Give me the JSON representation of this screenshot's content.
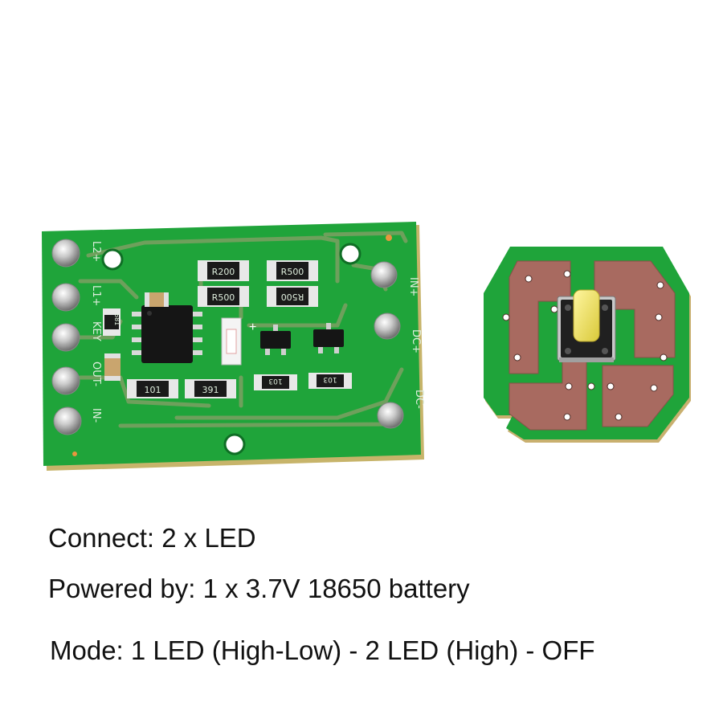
{
  "driver_board": {
    "pin_labels": {
      "l2_plus": "L2+",
      "l1_plus": "L1+",
      "key": "KEY",
      "out_minus": "OUT-",
      "in_minus_left": "IN-",
      "in_plus": "IN+",
      "dc_plus": "DC+",
      "dc_minus": "DC-"
    },
    "component_markings": {
      "r200": "R200",
      "r500_top": "R500",
      "r500_left": "R500",
      "r500_right": "R500",
      "r101": "101",
      "r391": "391",
      "r103_left": "103",
      "r103_right": "103",
      "r681": "681"
    }
  },
  "captions": {
    "connect": "Connect: 2 x LED",
    "powered_by": "Powered by: 1 x 3.7V 18650 battery",
    "mode": "Mode: 1 LED (High-Low) - 2 LED (High) - OFF"
  },
  "colors": {
    "pcb_green": "#1fa43a",
    "copper_trace": "#7ca062",
    "switch_pad": "#a86a60",
    "button_cap": "#efe25a"
  }
}
